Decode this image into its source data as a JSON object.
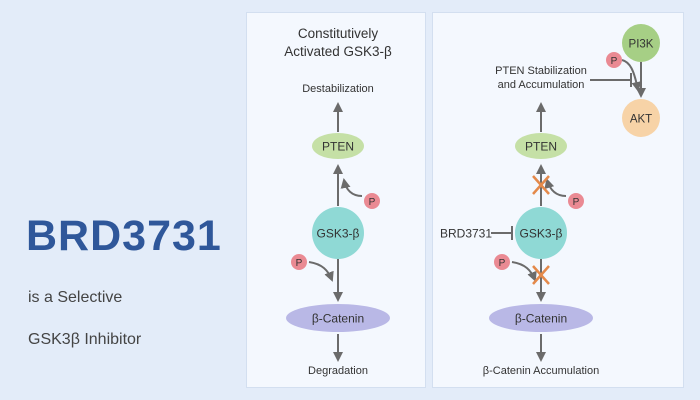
{
  "heading": {
    "title": "BRD3731",
    "subtitle_line1": "is a Selective",
    "subtitle_line2": "GSK3β Inhibitor"
  },
  "left_panel": {
    "title_line1": "Constitutively",
    "title_line2": "Activated GSK3-β",
    "destabilization": "Destabilization",
    "pten": "PTEN",
    "phospho": "P",
    "gsk": "GSK3-β",
    "catenin": "β-Catenin",
    "degradation": "Degradation"
  },
  "right_panel": {
    "pten_stab_line1": "PTEN Stabilization",
    "pten_stab_line2": "and Accumulation",
    "pi3k": "PI3K",
    "akt": "AKT",
    "pten": "PTEN",
    "phospho": "P",
    "brd": "BRD3731",
    "gsk": "GSK3-β",
    "catenin": "β-Catenin",
    "accumulation": "β-Catenin Accumulation"
  },
  "colors": {
    "title": "#2f579a",
    "pten_fill": "#c5e0a6",
    "gsk_fill": "#8fd9d5",
    "catenin_fill": "#b9b8e6",
    "phospho_fill": "#ea8a93",
    "pi3k_fill": "#a6cf85",
    "akt_fill": "#f7d3a7",
    "cross": "#e4894a",
    "arrow": "#6b6b6b"
  }
}
